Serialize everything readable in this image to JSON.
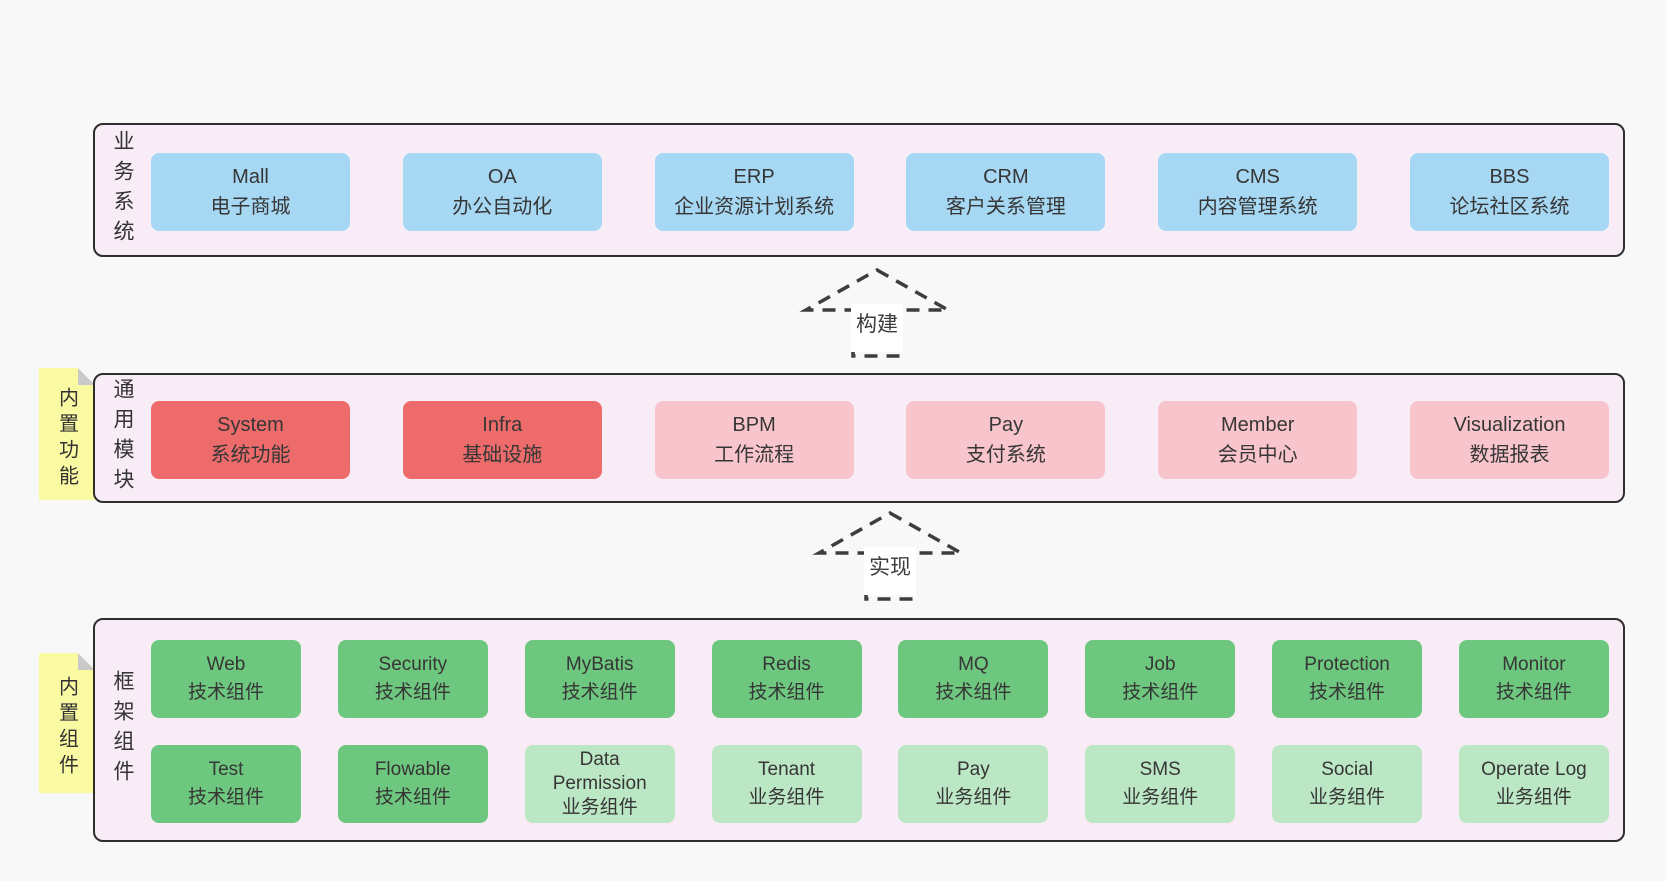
{
  "colors": {
    "page_bg": "#f8f8f8",
    "section_bg": "#f8edf6",
    "section_border": "#2e2e2e",
    "blue": "#a7d8f3",
    "red": "#ee6b6b",
    "pink": "#f9c5cd",
    "green": "#6ec77e",
    "green_light": "#bce7c5",
    "tag_yellow": "#fafaa3",
    "text": "#363636"
  },
  "sections": {
    "business": {
      "label": "业务系统",
      "boxes": [
        {
          "title": "Mall",
          "subtitle": "电子商城"
        },
        {
          "title": "OA",
          "subtitle": "办公自动化"
        },
        {
          "title": "ERP",
          "subtitle": "企业资源计划系统"
        },
        {
          "title": "CRM",
          "subtitle": "客户关系管理"
        },
        {
          "title": "CMS",
          "subtitle": "内容管理系统"
        },
        {
          "title": "BBS",
          "subtitle": "论坛社区系统"
        }
      ]
    },
    "modules": {
      "label": "通用模块",
      "tag": "内置功能",
      "boxes": [
        {
          "title": "System",
          "subtitle": "系统功能"
        },
        {
          "title": "Infra",
          "subtitle": "基础设施"
        },
        {
          "title": "BPM",
          "subtitle": "工作流程"
        },
        {
          "title": "Pay",
          "subtitle": "支付系统"
        },
        {
          "title": "Member",
          "subtitle": "会员中心"
        },
        {
          "title": "Visualization",
          "subtitle": "数据报表"
        }
      ]
    },
    "framework": {
      "label": "框架组件",
      "tag": "内置组件",
      "rows": [
        [
          {
            "title": "Web",
            "subtitle": "技术组件"
          },
          {
            "title": "Security",
            "subtitle": "技术组件"
          },
          {
            "title": "MyBatis",
            "subtitle": "技术组件"
          },
          {
            "title": "Redis",
            "subtitle": "技术组件"
          },
          {
            "title": "MQ",
            "subtitle": "技术组件"
          },
          {
            "title": "Job",
            "subtitle": "技术组件"
          },
          {
            "title": "Protection",
            "subtitle": "技术组件"
          },
          {
            "title": "Monitor",
            "subtitle": "技术组件"
          }
        ],
        [
          {
            "title": "Test",
            "subtitle": "技术组件"
          },
          {
            "title": "Flowable",
            "subtitle": "技术组件"
          },
          {
            "title": "Data Permission",
            "subtitle": "业务组件"
          },
          {
            "title": "Tenant",
            "subtitle": "业务组件"
          },
          {
            "title": "Pay",
            "subtitle": "业务组件"
          },
          {
            "title": "SMS",
            "subtitle": "业务组件"
          },
          {
            "title": "Social",
            "subtitle": "业务组件"
          },
          {
            "title": "Operate Log",
            "subtitle": "业务组件"
          }
        ]
      ]
    }
  },
  "arrows": {
    "build": {
      "label": "构建"
    },
    "implement": {
      "label": "实现"
    }
  }
}
